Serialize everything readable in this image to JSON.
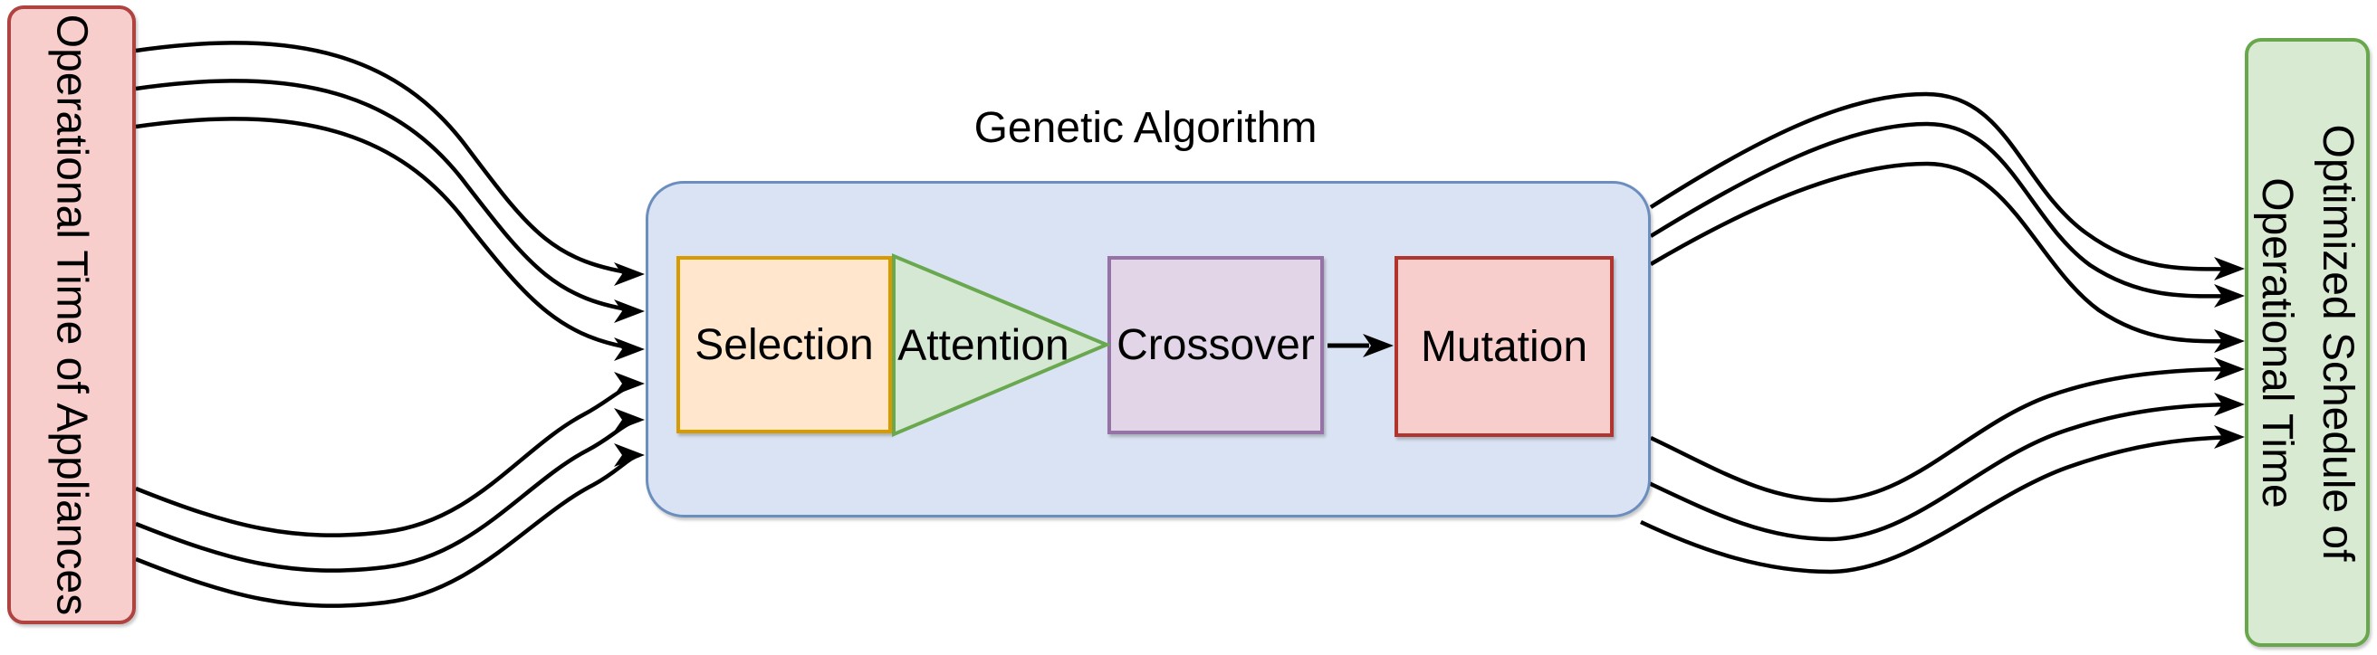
{
  "diagram": {
    "title": "Genetic Algorithm",
    "input_node": {
      "label": "Operational Time of Appliances"
    },
    "output_node": {
      "label_line1": "Optimized Schedule of",
      "label_line2": "Operational Time"
    },
    "ga_container": {
      "steps": [
        {
          "label": "Selection",
          "shape": "rectangle"
        },
        {
          "label": "Attention",
          "shape": "triangle"
        },
        {
          "label": "Crossover",
          "shape": "rectangle"
        },
        {
          "label": "Mutation",
          "shape": "rectangle"
        }
      ]
    },
    "flows": {
      "input_arrow_count": 6,
      "output_arrow_count": 6
    }
  },
  "colors": {
    "input_fill": "#f8cecc",
    "input_stroke": "#b04240",
    "output_fill": "#d9ead3",
    "output_stroke": "#68a74c",
    "container_fill": "#dae3f3",
    "container_stroke": "#6c8ebf",
    "selection_fill": "#ffe6cc",
    "selection_stroke": "#d79b00",
    "attention_fill": "#d5e8d4",
    "attention_stroke": "#6aa84f",
    "crossover_fill": "#e1d5e7",
    "crossover_stroke": "#9673a6",
    "mutation_fill": "#f8cecc",
    "mutation_stroke": "#b1352f",
    "arrow": "#000000",
    "text": "#000000"
  }
}
